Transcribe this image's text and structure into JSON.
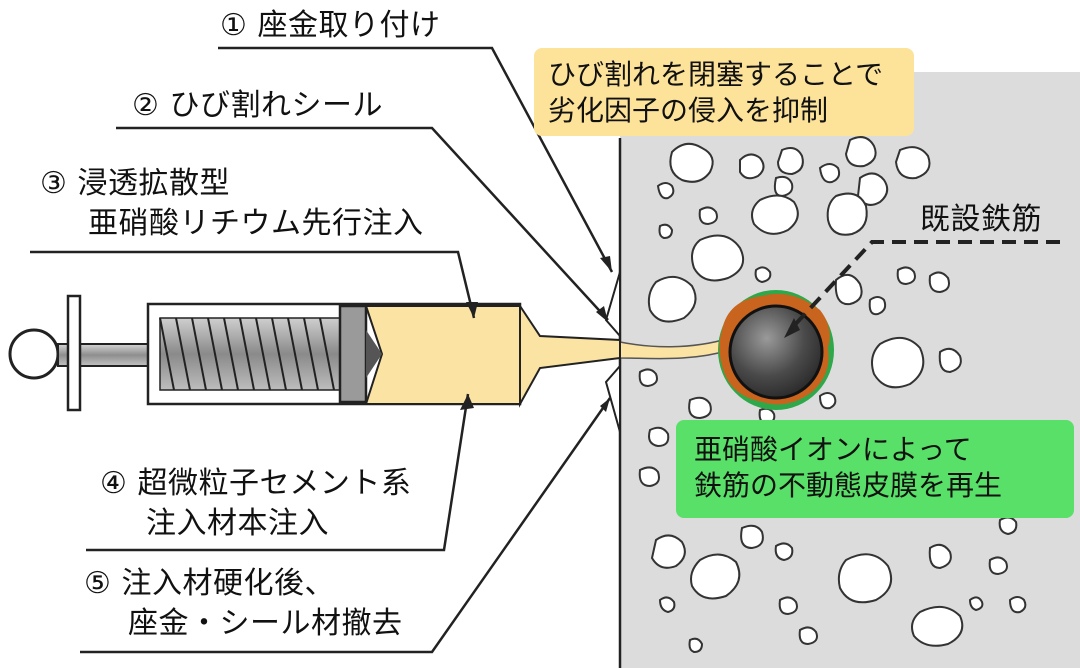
{
  "steps": [
    {
      "num": "①",
      "text": "座金取り付け"
    },
    {
      "num": "②",
      "text": "ひび割れシール"
    },
    {
      "num": "③",
      "lines": [
        "浸透拡散型",
        "亜硝酸リチウム先行注入"
      ]
    },
    {
      "num": "④",
      "lines": [
        "超微粒子セメント系",
        "注入材本注入"
      ]
    },
    {
      "num": "⑤",
      "lines": [
        "注入材硬化後、",
        "座金・シール材撤去"
      ]
    }
  ],
  "callouts": {
    "seal_effect": [
      "ひび割れを閉塞することで",
      "劣化因子の侵入を抑制"
    ],
    "nitrite_effect": [
      "亜硝酸イオンによって",
      "鉄筋の不動態皮膜を再生"
    ]
  },
  "rebar_label": "既設鉄筋",
  "colors": {
    "concrete": "#dcdcdc",
    "aggregate": "#ffffff",
    "grout": "#fbe3a3",
    "rust": "#c8641e",
    "passive_film": "#2ea84a",
    "callout_yellow": "#fde39a",
    "callout_green": "#58e068"
  }
}
